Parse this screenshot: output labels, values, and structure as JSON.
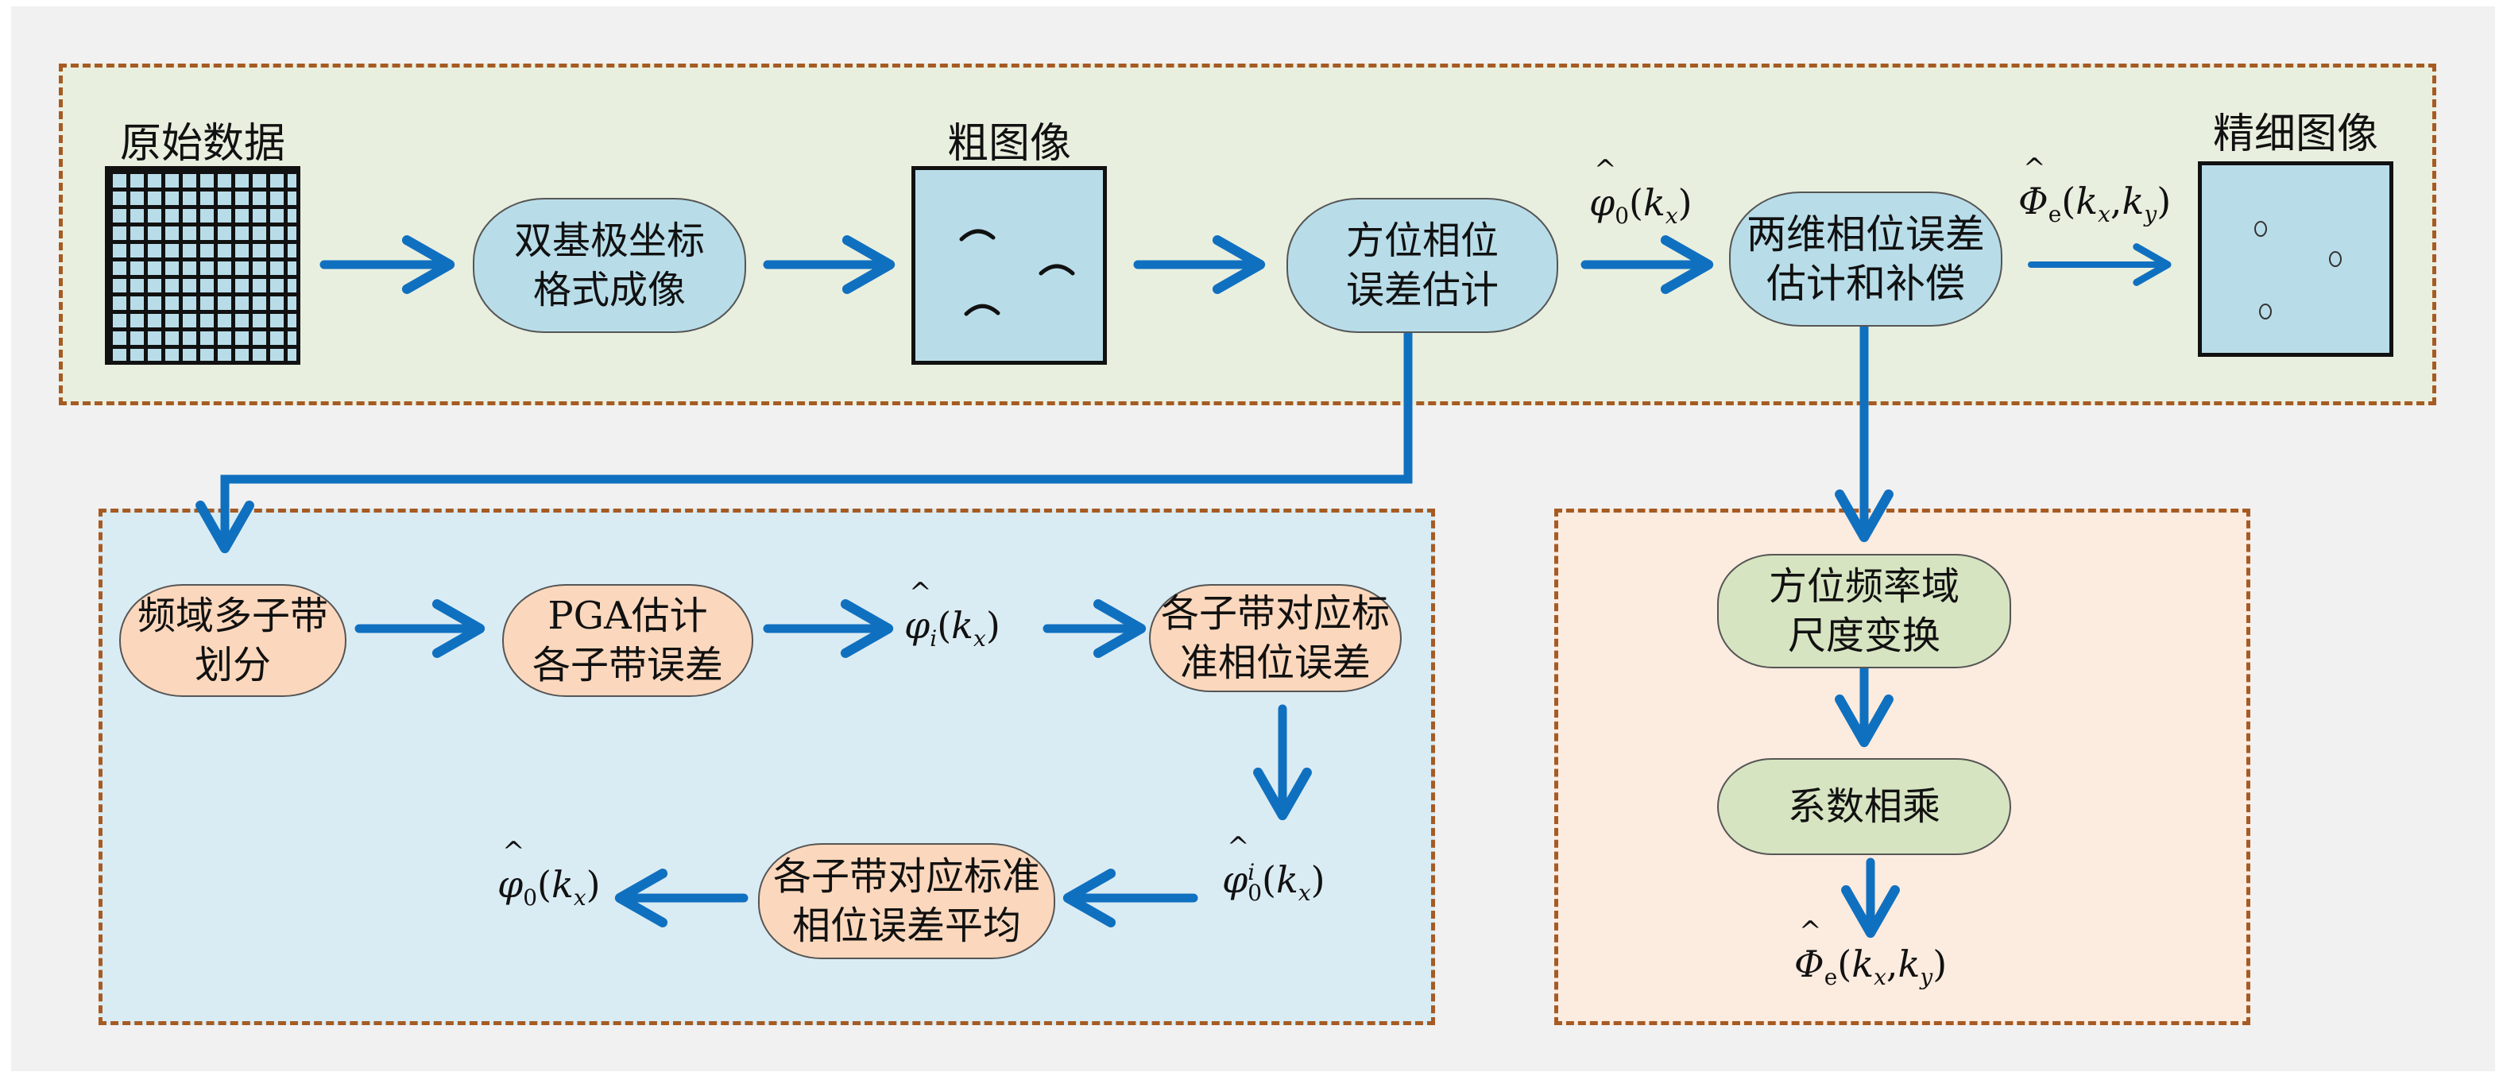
{
  "colors": {
    "arrow": "#1070c0",
    "dashed_border": "#a65b23",
    "top_group_bg": "#e9efdf",
    "left_group_bg": "#daecf3",
    "right_group_bg": "#fcebdf",
    "blue_node": "#b8dde9",
    "orange_node": "#fbd8bd",
    "green_node": "#d7e4c1"
  },
  "top_row": {
    "raw_data_label": "原始数据",
    "bipolar_imaging": "双基极坐标\n格式成像",
    "coarse_image_label": "粗图像",
    "azimuth_phase_error_estimation": "方位相位\n误差估计",
    "phi0_label": {
      "symbol": "φ",
      "sub": "0",
      "arg": "k",
      "arg_sub": "x"
    },
    "two_dim_estimation": "两维相位误差\n估计和补偿",
    "Phi_e_label": {
      "symbol": "Φ",
      "sub": "e",
      "arg1": "k",
      "arg1_sub": "x",
      "arg2": "k",
      "arg2_sub": "y"
    },
    "fine_image_label": "精细图像"
  },
  "left_group": {
    "subband_division": "频域多子带\n划分",
    "pga_estimation": "PGA估计\n各子带误差",
    "phi_i_label": {
      "symbol": "φ",
      "sub": "i",
      "arg": "k",
      "arg_sub": "x"
    },
    "standard_phase_error": "各子带对应标\n准相位误差",
    "phi0i_label": {
      "symbol": "φ",
      "sub": "0",
      "sup": "i",
      "arg": "k",
      "arg_sub": "x"
    },
    "average_phase_error": "各子带对应标准\n相位误差平均",
    "phi0_out_label": {
      "symbol": "φ",
      "sub": "0",
      "arg": "k",
      "arg_sub": "x"
    }
  },
  "right_group": {
    "azimuth_scaling": "方位频率域\n尺度变换",
    "coefficient_multiply": "系数相乘",
    "Phi_e_out_label": {
      "symbol": "Φ",
      "sub": "e",
      "arg1": "k",
      "arg1_sub": "x",
      "arg2": "k",
      "arg2_sub": "y"
    }
  }
}
